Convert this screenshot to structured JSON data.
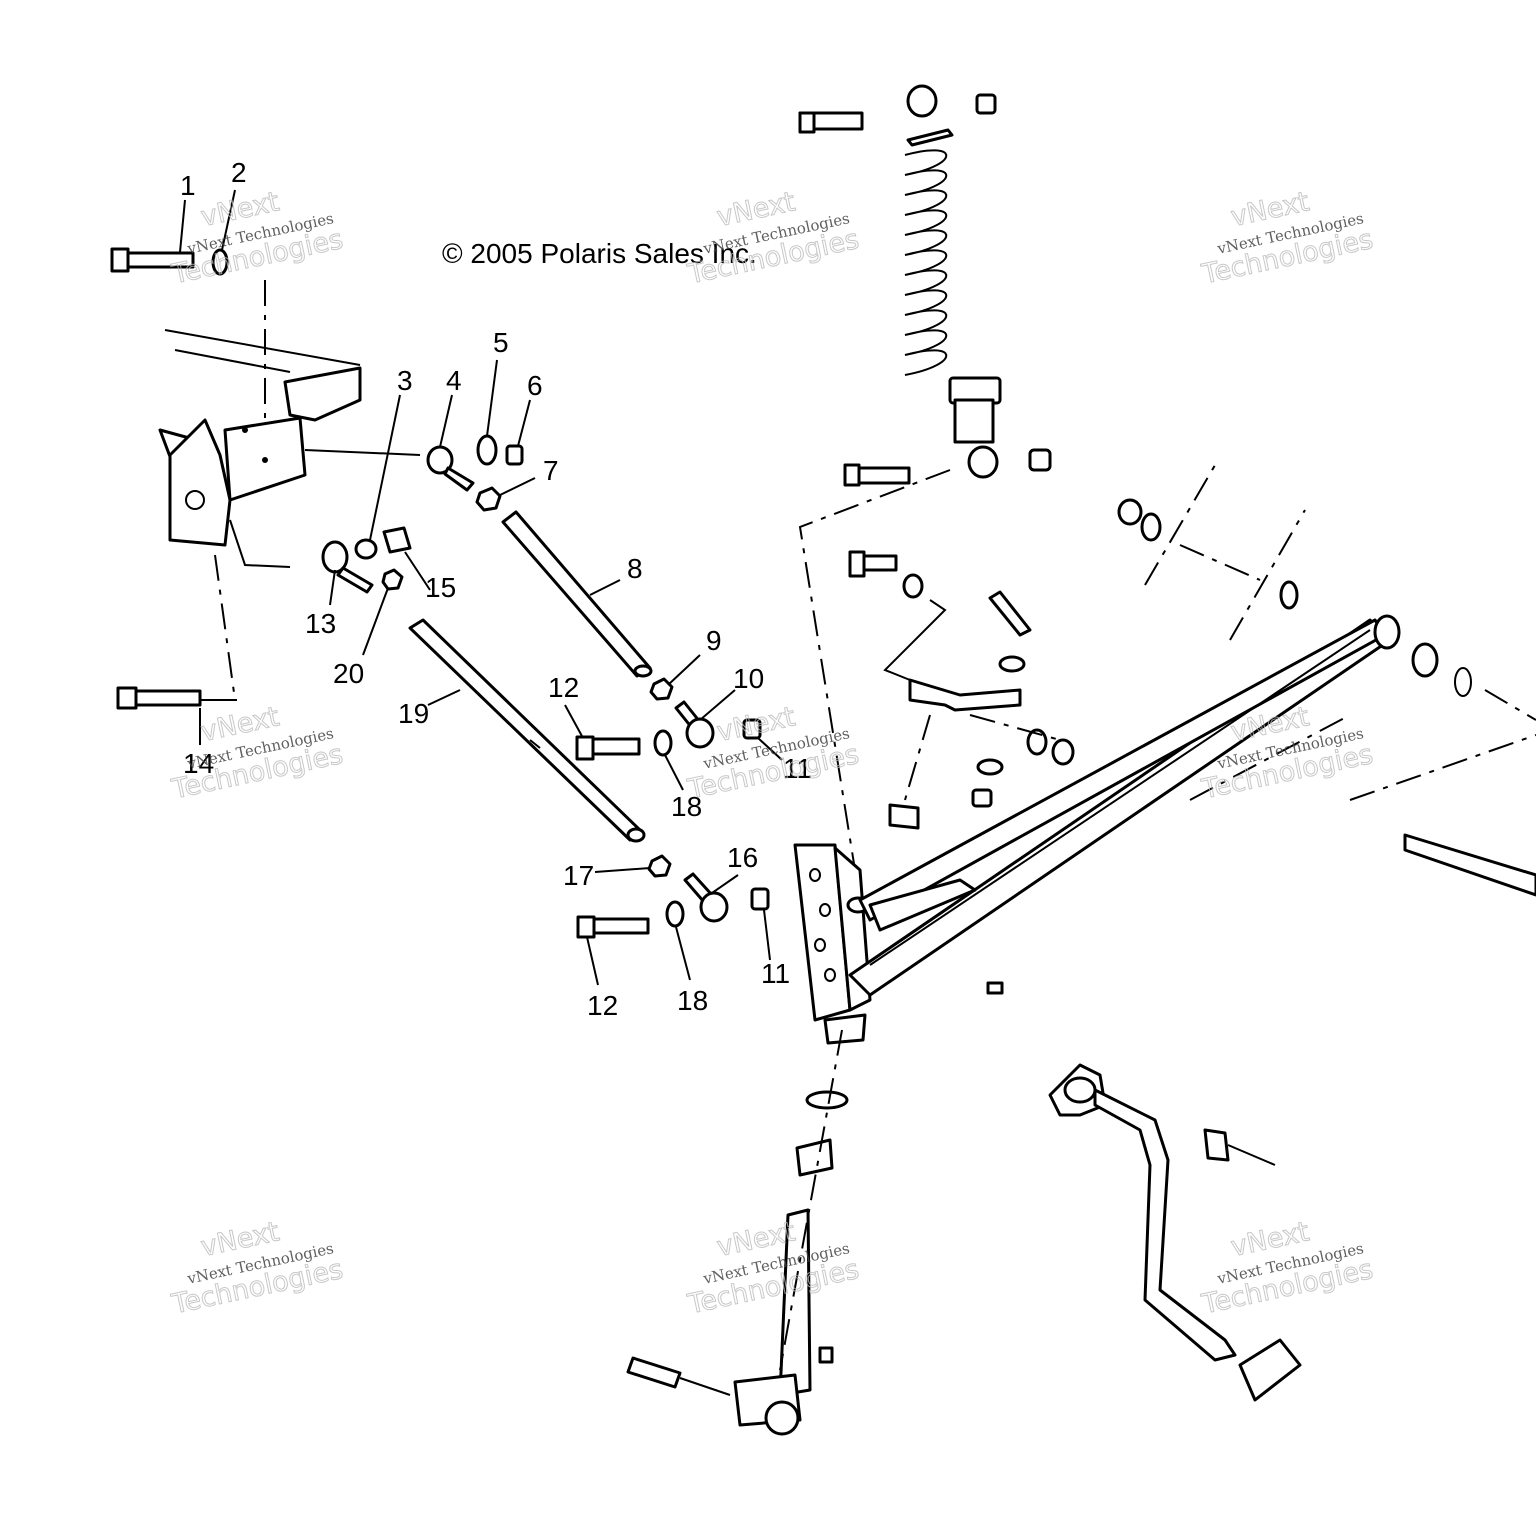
{
  "copyright": "© 2005 Polaris Sales Inc.",
  "watermark": {
    "line1": "vNext",
    "line2": "vNext Technologies",
    "line3": "Technologies"
  },
  "callouts": {
    "c1": "1",
    "c2": "2",
    "c3": "3",
    "c4": "4",
    "c5": "5",
    "c6": "6",
    "c7": "7",
    "c8": "8",
    "c9": "9",
    "c10": "10",
    "c11a": "11",
    "c11b": "11",
    "c12a": "12",
    "c12b": "12",
    "c13": "13",
    "c14": "14",
    "c15": "15",
    "c16": "16",
    "c17": "17",
    "c18a": "18",
    "c18b": "18",
    "c19": "19",
    "c20": "20"
  }
}
